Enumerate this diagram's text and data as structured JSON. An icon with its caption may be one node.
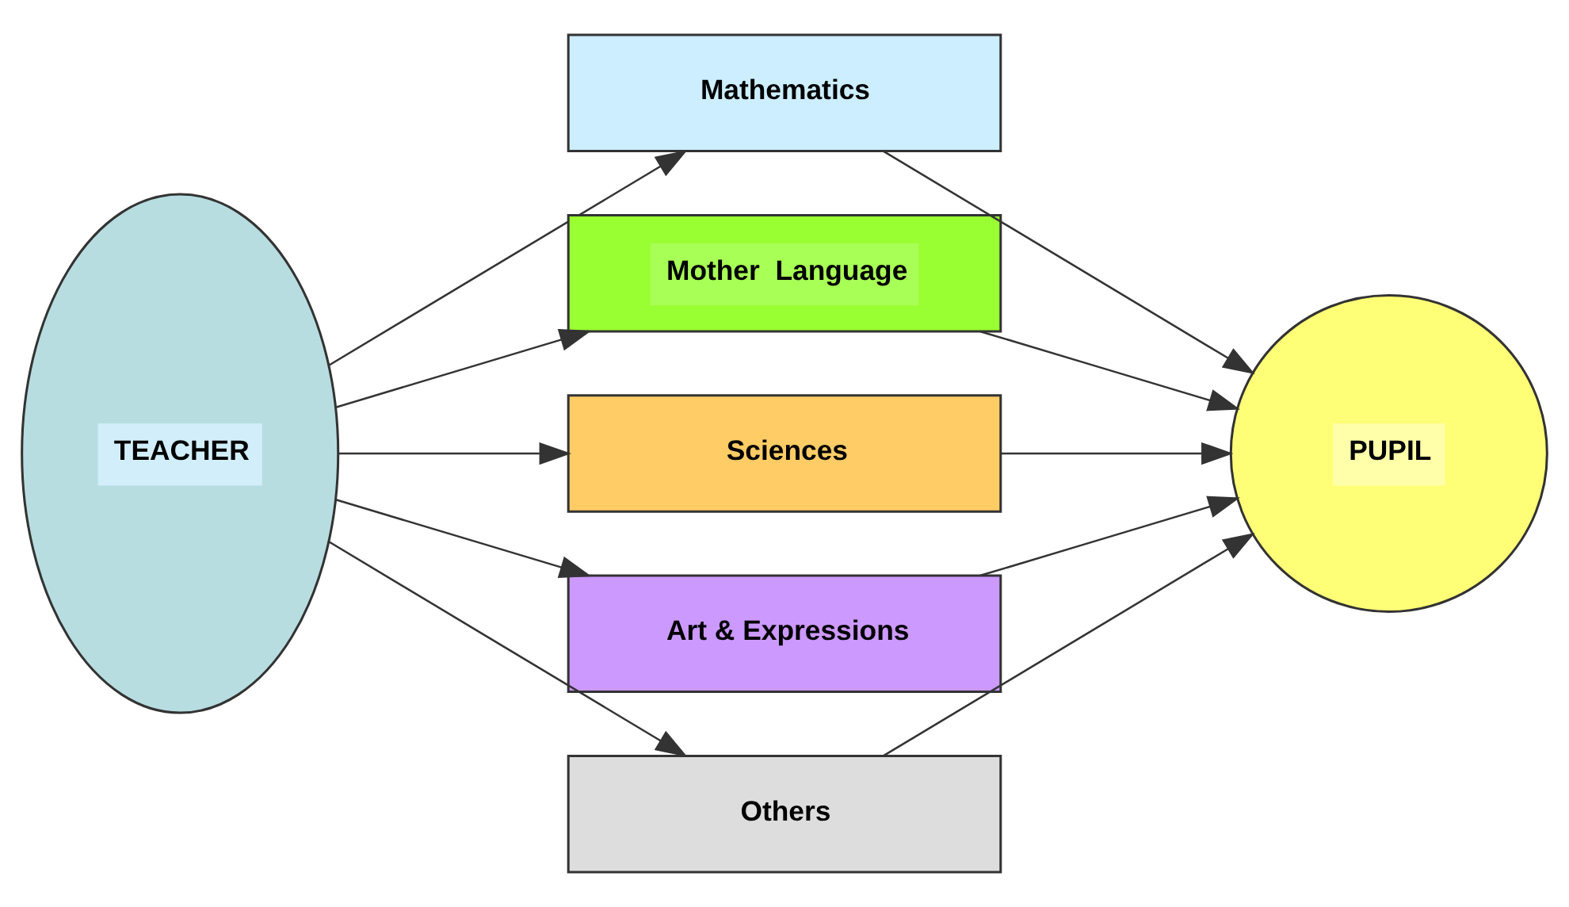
{
  "diagram": {
    "nodes": [
      {
        "text": [
          "TEACHER"
        ]
      },
      {
        "text": [
          "Mathematics"
        ]
      },
      {
        "text": [
          "Mother  Language"
        ]
      },
      {
        "text": [
          "Sciences"
        ]
      },
      {
        "text": [
          "Art & Expressions"
        ]
      },
      {
        "text": [
          "Others"
        ]
      },
      {
        "text": [
          "PUPIL"
        ]
      }
    ],
    "edges": [
      {
        "from": 0,
        "to": 1,
        "arrow": "to"
      },
      {
        "from": 0,
        "to": 2,
        "arrow": "to"
      },
      {
        "from": 0,
        "to": 3,
        "arrow": "to"
      },
      {
        "from": 0,
        "to": 4,
        "arrow": "to"
      },
      {
        "from": 0,
        "to": 5,
        "arrow": "to"
      },
      {
        "from": 1,
        "to": 6,
        "arrow": "to"
      },
      {
        "from": 2,
        "to": 6,
        "arrow": "to"
      },
      {
        "from": 3,
        "to": 6,
        "arrow": "to"
      },
      {
        "from": 4,
        "to": 6,
        "arrow": "to"
      },
      {
        "from": 5,
        "to": 6,
        "arrow": "to"
      }
    ]
  }
}
